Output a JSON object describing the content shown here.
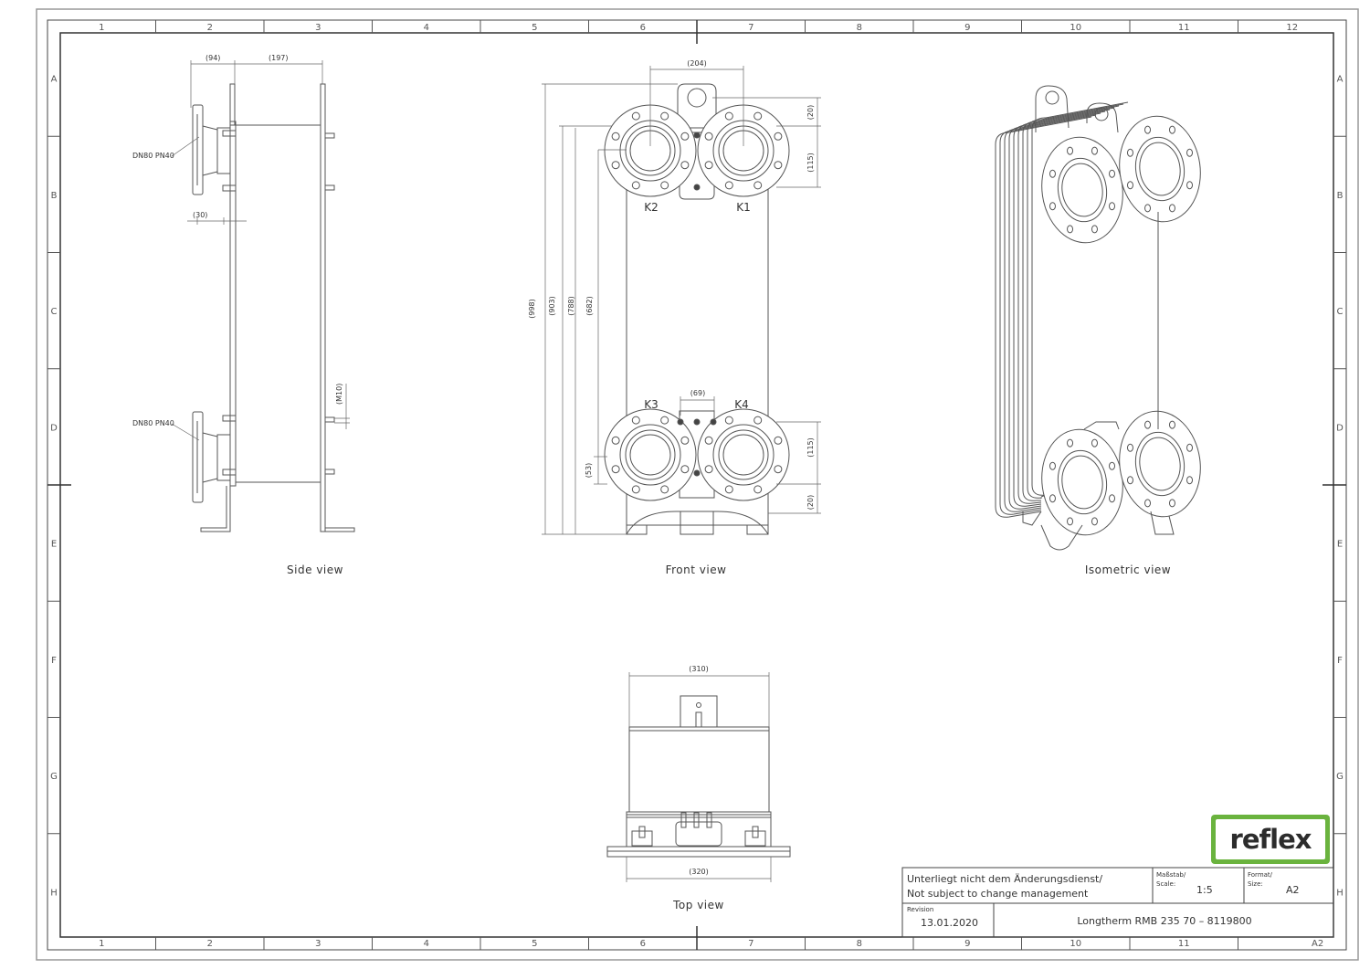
{
  "zones": {
    "cols": [
      "1",
      "2",
      "3",
      "4",
      "5",
      "6",
      "7",
      "8",
      "9",
      "10",
      "11",
      "12"
    ],
    "rows": [
      "A",
      "B",
      "C",
      "D",
      "E",
      "F",
      "G",
      "H"
    ]
  },
  "side_view": {
    "title": "Side view",
    "dim_94": "(94)",
    "dim_197": "(197)",
    "dim_30": "(30)",
    "dim_m10": "(M10)",
    "conn_top": "DN80 PN40",
    "conn_bottom": "DN80 PN40"
  },
  "front_view": {
    "title": "Front view",
    "dim_204": "(204)",
    "dim_20_top": "(20)",
    "dim_115_top": "(115)",
    "dim_998": "(998)",
    "dim_903": "(903)",
    "dim_788": "(788)",
    "dim_682": "(682)",
    "dim_69": "(69)",
    "dim_53": "(53)",
    "dim_115_bottom": "(115)",
    "dim_20_bottom": "(20)",
    "k1": "K1",
    "k2": "K2",
    "k3": "K3",
    "k4": "K4"
  },
  "iso_view": {
    "title": "Isometric view"
  },
  "top_view": {
    "title": "Top view",
    "dim_310": "(310)",
    "dim_320": "(320)"
  },
  "logo": {
    "text": "reflex",
    "color": "#6ab33e"
  },
  "title_block": {
    "note_de": "Unterliegt nicht dem Änderungsdienst/",
    "note_en": "Not subject to change management",
    "scale_label_1": "Maßstab/",
    "scale_label_2": "Scale:",
    "scale_value": "1:5",
    "format_label_1": "Format/",
    "format_label_2": "Size:",
    "format_value": "A2",
    "revision_label": "Revision",
    "revision_value": "13.01.2020",
    "drawing_title": "Longtherm RMB 235 70 – 8119800"
  },
  "sheet_size_corner": "A2",
  "colors": {
    "line": "#555555",
    "frame": "#444444"
  }
}
